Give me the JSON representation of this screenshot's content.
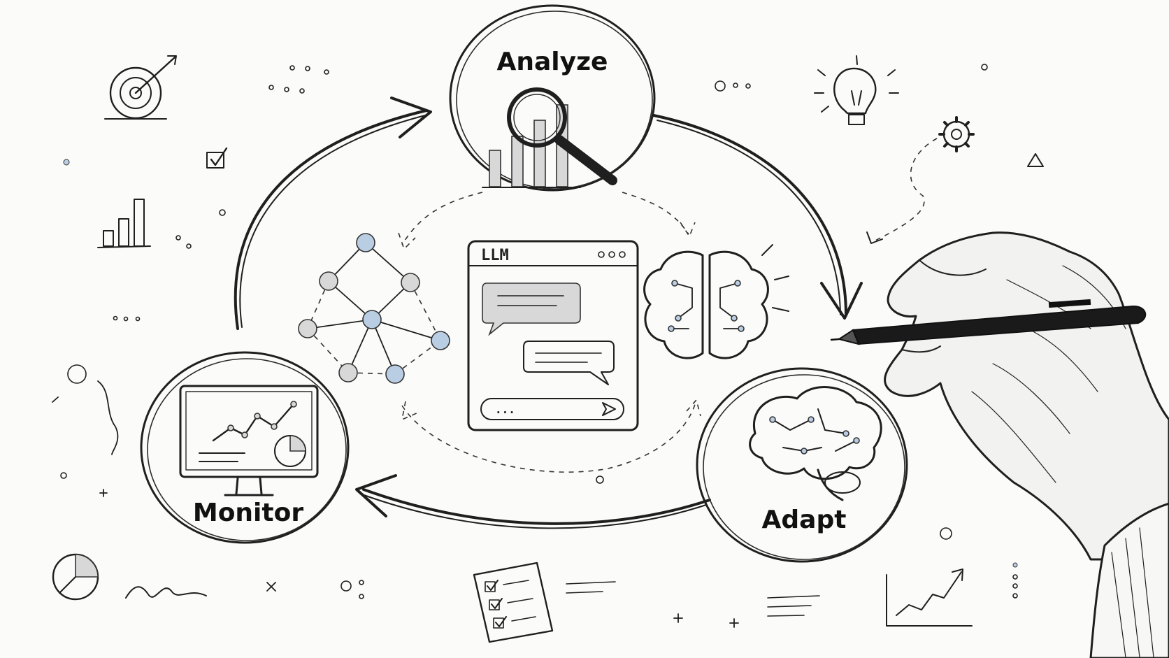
{
  "diagram": {
    "stages": {
      "analyze": "Analyze",
      "adapt": "Adapt",
      "monitor": "Monitor"
    },
    "center_window": {
      "title": "LLM",
      "input_placeholder": "..."
    }
  },
  "icons": [
    "target-icon",
    "lightbulb-icon",
    "gear-icon",
    "triangle-icon",
    "checkbox-icon",
    "bar-chart-icon",
    "pie-chart-icon",
    "checklist-icon",
    "line-chart-icon",
    "magnifier-icon",
    "brain-icon",
    "network-graph-icon",
    "monitor-dashboard-icon",
    "pen-hand-icon"
  ],
  "colors": {
    "ink": "#1f1f1f",
    "accent_blue": "#b9cde3",
    "paper": "#fbfbfa"
  }
}
